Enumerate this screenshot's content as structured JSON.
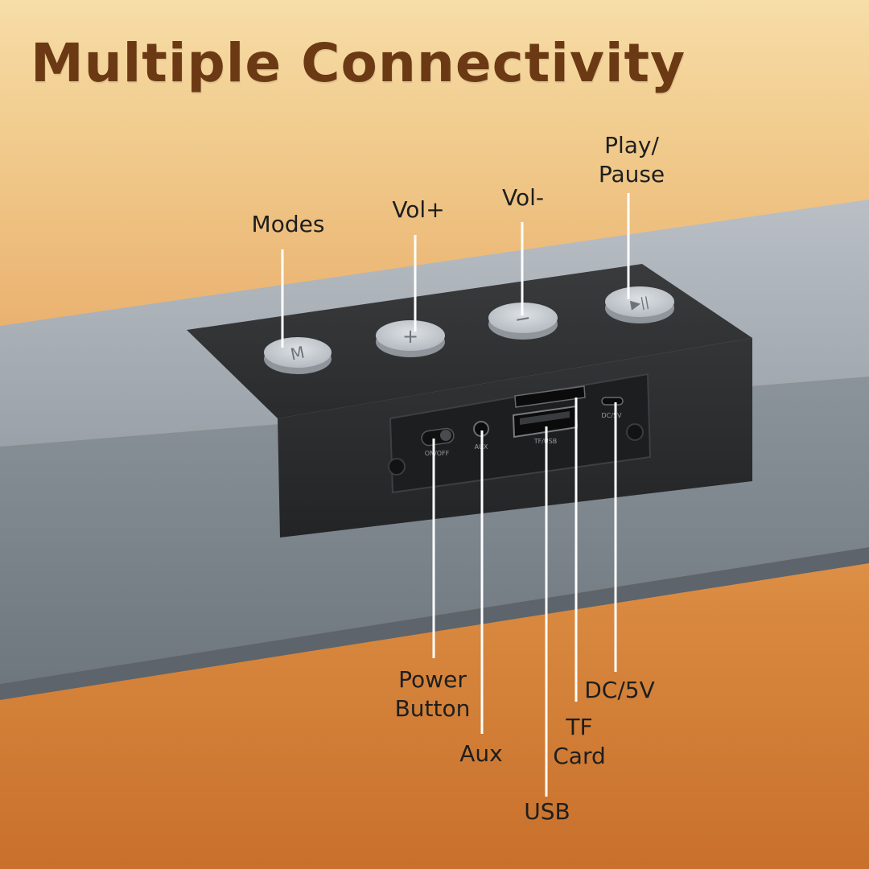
{
  "title": "Multiple Connectivity",
  "top_labels": {
    "modes": "Modes",
    "vol_plus": "Vol+",
    "vol_minus": "Vol-",
    "play_pause": "Play/\nPause"
  },
  "bottom_labels": {
    "power": "Power\nButton",
    "aux": "Aux",
    "usb": "USB",
    "tf_card": "TF\nCard",
    "dc": "DC/5V"
  },
  "panel_text": {
    "onoff": "ON/OFF",
    "aux": "AUX",
    "tfusb": "TF/USB",
    "dc5v": "DC/5V"
  },
  "button_glyphs": {
    "modes": "M",
    "vol_plus": "+",
    "vol_minus": "−",
    "play_pause": "▶||"
  },
  "colors": {
    "title": "#6b3a14",
    "bar": "#a3abb3",
    "panel": "#2b2c2e",
    "button": "#c8cdd2"
  }
}
